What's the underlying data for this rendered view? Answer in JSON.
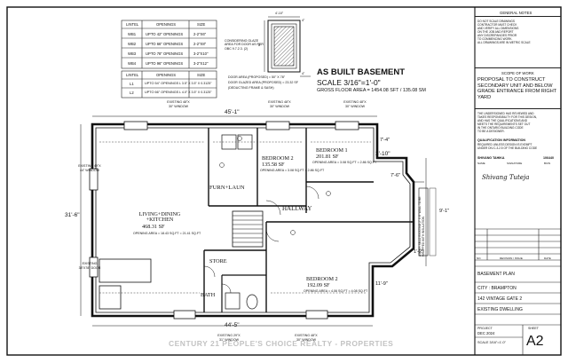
{
  "schedule": {
    "header": [
      "LINTEL",
      "OPENINGS",
      "SIZE"
    ],
    "wall_rows": [
      {
        "id": "WB1",
        "opening": "UPTO 42\" OPENINGS",
        "size": "2-2\"X6\""
      },
      {
        "id": "WB2",
        "opening": "UPTO 66\" OPENINGS",
        "size": "2-2\"X8\""
      },
      {
        "id": "WB3",
        "opening": "UPTO 78\" OPENINGS",
        "size": "3-2\"X10\""
      },
      {
        "id": "WB4",
        "opening": "UPTO 96\" OPENINGS",
        "size": "3-2\"X12\""
      }
    ],
    "header2": [
      "LINTEL",
      "OPENINGS",
      "SIZE"
    ],
    "steel_rows": [
      {
        "id": "L1",
        "opening": "UPTO 54\" OPENINGS",
        "size": "L 3.5\" X 3.5\" X 0.3125\""
      },
      {
        "id": "L2",
        "opening": "UPTO 66\" OPENINGS",
        "size": "L 4.0\" X 3.5\" X 0.3125\""
      }
    ]
  },
  "glaze_detail": {
    "note": "CONSIDERING GLAZE AREA FOR DOOR AS PER OBC 9.7.2.3. (2)",
    "dim_top": "4'-10\"",
    "dim_side": "4\"",
    "dim_left": "8'",
    "dim_bottom": "4\"",
    "area_note_1": "DOOR AREA (PROPOSED) = 50\" X 78\"",
    "area_note_2": "DOOR GLAZED AREA (PROPOSED) = 23.32 SF",
    "area_note_3": "(DEDUCTING FRAME & SASH)"
  },
  "drawing": {
    "title": "AS BUILT BASEMENT",
    "scale": "SCALE 3/16\"=1'-0\"",
    "gross_area": "GROSS FLOOR AREA = 1454.08 SFT / 135.08 SM"
  },
  "dims": {
    "top": "45'-1\"",
    "left": "31'-6\"",
    "bottom": "44'-5\"",
    "right_1": "3'-10\"",
    "right_2": "9'-1\"",
    "right_3": "1'-2\"",
    "right_4": "11'-9\"",
    "right_5": "7'-4\"",
    "right_6": "7'-6\""
  },
  "rooms": {
    "bedroom2_top": {
      "name": "BEDROOM 2",
      "area": "135.58 SF",
      "opening": "OPENING AREA = 3.08 SQ.FT = 2.86 SQ.FT"
    },
    "bedroom1": {
      "name": "BEDROOM 1",
      "area": "201.81 SF",
      "opening": "OPENING AREA = 3.08 SQ.FT = 2.86 SQ.FT"
    },
    "furn": {
      "name": "FURN+LAUN"
    },
    "living": {
      "name": "LIVING+DINING +KITCHEN",
      "area": "468.31 SF",
      "opening": "OPENING AREA = 18.43 SQ.FT = 21.41 SQ.FT"
    },
    "hallway": {
      "name": "HALLWAY"
    },
    "store": {
      "name": "STORE"
    },
    "bath": {
      "name": "BATH"
    },
    "bedroom2_bottom": {
      "name": "BEDROOM 2",
      "area": "192.09 SF",
      "opening": "OPENING AREA = 4.06 SQ.FT = 4.08 SQ.FT"
    }
  },
  "windows": {
    "top_left": "EXISTING 48\"X 30\" WINDOW",
    "top_mid": "EXISTING 48\"X 30\" WINDOW",
    "top_right": "EXISTING 48\"X 30\" WINDOW",
    "left": "EXISTING 49\"X 44\" WINDOW",
    "door": "EXISTING 38\"X78\" DOOR",
    "bottom_left": "EXISTING 29\"X 31\" WINDOW",
    "bottom_right": "EXISTING 48\"X 30\" WINDOW",
    "right_vertical": "AS PER SB-12 EXISTING 2\" X 6\" WALL TO BE WRAPPED WITH INSULATION"
  },
  "title_block": {
    "general_notes_title": "GENERAL NOTES",
    "general_notes": [
      "DO NOT SCALE DRAWINGS",
      "CONTRACTOR MUST CHECK",
      "AND VERIFY ALL DIMENSIONS",
      "ON THE JOB AND REPORT",
      "ANY DISCREPANCIES PRIOR",
      "TO COMMENCING WORK.",
      "ALL DRAWINGS ARE IN METRIC SCALE"
    ],
    "scope_title": "SCOPE OF WORK",
    "scope": "PROPOSAL TO CONSTRUCT SECONDARY UNIT AND BELOW GRADE ENTRANCE FROM RIGHT YARD",
    "responsibility": [
      "THE UNDERSIGNED HAS REVIEWED AND",
      "TAKES RESPONSIBILITY FOR THIS DESIGN,",
      "AND HAS THE QUALIFICATIONS AND",
      "MEETS THE REQUIREMENTS SET OUT",
      "IN THE ONTARIO BUILDING CODE",
      "TO BE A DESIGNER."
    ],
    "qual_title": "QUALIFICATION INFORMATION",
    "qual_lines": [
      "REQUIRED UNLESS DESIGN IS EXEMPT",
      "UNDER DIV.C-3.2.5 OF THE BUILDING CODE"
    ],
    "designer_name": "SHIVANG TAHIKA",
    "designer_bcin": "106440",
    "name_label": "NAME",
    "signature_label": "SIGNATURE",
    "bcin_label": "BCIN",
    "signature": "Shivang Tuteja",
    "revision_headers": [
      "NO.",
      "REVISION / ISSUE",
      "DATE"
    ],
    "sheet_title": "BASEMENT PLAN",
    "city": "CITY : BRAMPTON",
    "address": "142 VINTAGE GATE 2",
    "dwelling": "EXISTING  DWELLING",
    "project_label": "PROJECT",
    "project_date": "DEC 2024",
    "scale_label": "SCALE  3/16\"=1'-0\"",
    "sheet_label": "SHEET",
    "sheet_no": "A2"
  },
  "watermark": "CENTURY 21 PEOPLE'S CHOICE REALTY - PROPERTIES"
}
